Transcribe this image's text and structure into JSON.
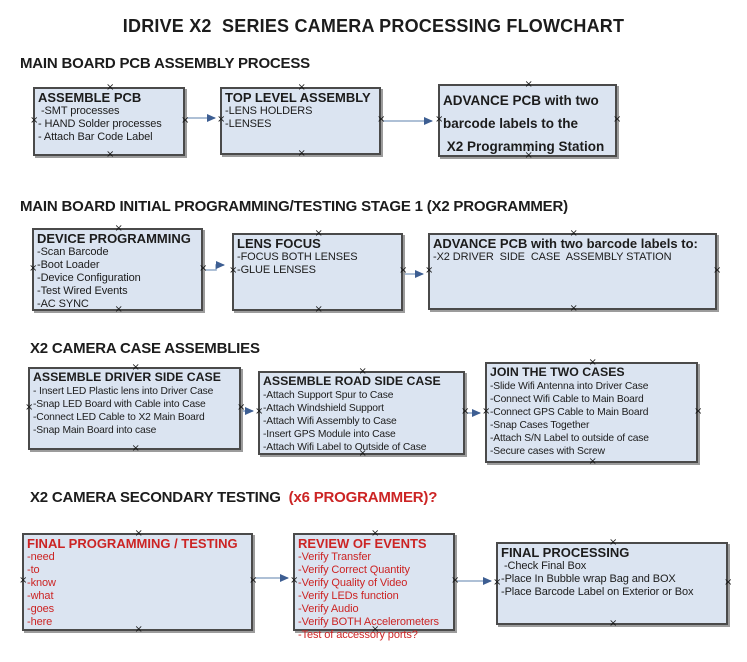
{
  "title": "IDRIVE X2  SERIES CAMERA PROCESSING FLOWCHART",
  "colors": {
    "background": "#ffffff",
    "box_fill": "#dbe4f1",
    "box_border": "#4a4a4a",
    "box_shadow": "#9c9c9c",
    "arrow_line": "#94abc9",
    "arrow_head": "#3d5e92",
    "red": "#cc2424",
    "text": "#1c1c1c",
    "handle": "#151515"
  },
  "sections": [
    {
      "header": "MAIN BOARD PCB ASSEMBLY PROCESS",
      "boxes": [
        {
          "title": "ASSEMBLE PCB",
          "items": [
            " -SMT processes",
            "- HAND Solder processes",
            "- Attach Bar Code Label"
          ]
        },
        {
          "title": "TOP LEVEL ASSEMBLY",
          "items": [
            "-LENS HOLDERS",
            "-LENSES"
          ]
        },
        {
          "title": "ADVANCE PCB with two barcode labels to the X2 Programming Station",
          "title_lines": [
            "ADVANCE PCB with two",
            "barcode labels to the",
            " X2 Programming Station"
          ]
        }
      ]
    },
    {
      "header": "MAIN BOARD INITIAL PROGRAMMING/TESTING STAGE 1 (X2 PROGRAMMER)",
      "boxes": [
        {
          "title": "DEVICE PROGRAMMING",
          "items": [
            "-Scan Barcode",
            "-Boot Loader",
            "-Device Configuration",
            "-Test Wired Events",
            "-AC SYNC"
          ]
        },
        {
          "title": "LENS FOCUS",
          "items": [
            "-FOCUS BOTH LENSES",
            "-GLUE LENSES"
          ]
        },
        {
          "title": "ADVANCE PCB with two barcode labels to:",
          "items": [
            "-X2 DRIVER  SIDE  CASE  ASSEMBLY STATION"
          ]
        }
      ]
    },
    {
      "header": "X2 CAMERA CASE ASSEMBLIES",
      "boxes": [
        {
          "title": "ASSEMBLE DRIVER SIDE CASE",
          "items": [
            "- Insert LED Plastic lens into Driver Case",
            "-Snap LED Board with Cable into Case",
            "-Connect LED Cable to X2 Main Board",
            "-Snap Main Board into case"
          ]
        },
        {
          "title": "ASSEMBLE ROAD SIDE CASE",
          "items": [
            "-Attach Support Spur to Case",
            "-Attach Windshield Support",
            "-Attach Wifi Assembly to Case",
            "-Insert GPS Module into Case",
            "-Attach Wifi Label to Outside of Case"
          ]
        },
        {
          "title": "JOIN THE TWO CASES",
          "items": [
            "-Slide Wifi Antenna into Driver Case",
            "-Connect Wifi Cable to Main Board",
            "-Connect GPS Cable to Main Board",
            "-Snap Cases Together",
            "-Attach S/N Label to outside of case",
            "-Secure cases with Screw"
          ]
        }
      ]
    },
    {
      "header": "X2 CAMERA SECONDARY TESTING ",
      "header_red": " (x6 PROGRAMMER)?",
      "boxes": [
        {
          "title": "FINAL PROGRAMMING / TESTING",
          "red": true,
          "items": [
            "-need",
            "-to",
            "-know",
            "-what",
            "-goes",
            "-here"
          ]
        },
        {
          "title": "REVIEW OF EVENTS",
          "red": true,
          "items": [
            "-Verify Transfer",
            "-Verify Correct Quantity",
            "-Verify Quality of Video",
            "-Verify LEDs function",
            "-Verify Audio",
            "-Verify BOTH Accelerometers",
            "-Test of accessory ports?"
          ]
        },
        {
          "title": "FINAL PROCESSING",
          "items": [
            " -Check Final Box",
            "-Place In Bubble wrap Bag and BOX",
            "-Place Barcode Label on Exterior or Box"
          ]
        }
      ]
    }
  ]
}
